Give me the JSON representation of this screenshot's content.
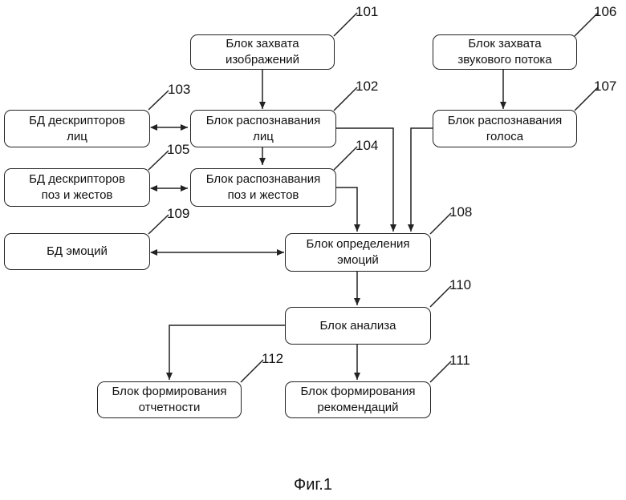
{
  "blocks": {
    "b101": {
      "text": "Блок захвата\nизображений",
      "ref": "101"
    },
    "b102": {
      "text": "Блок распознавания\nлиц",
      "ref": "102"
    },
    "b103": {
      "text": "БД дескрипторов\nлиц",
      "ref": "103"
    },
    "b104": {
      "text": "Блок распознавания\nпоз и жестов",
      "ref": "104"
    },
    "b105": {
      "text": "БД дескрипторов\nпоз и жестов",
      "ref": "105"
    },
    "b106": {
      "text": "Блок захвата\nзвукового потока",
      "ref": "106"
    },
    "b107": {
      "text": "Блок распознавания\nголоса",
      "ref": "107"
    },
    "b108": {
      "text": "Блок определения\nэмоций",
      "ref": "108"
    },
    "b109": {
      "text": "БД эмоций",
      "ref": "109"
    },
    "b110": {
      "text": "Блок анализа",
      "ref": "110"
    },
    "b111": {
      "text": "Блок формирования\nрекомендаций",
      "ref": "111"
    },
    "b112": {
      "text": "Блок формирования\nотчетности",
      "ref": "112"
    }
  },
  "caption": "Фиг.1"
}
